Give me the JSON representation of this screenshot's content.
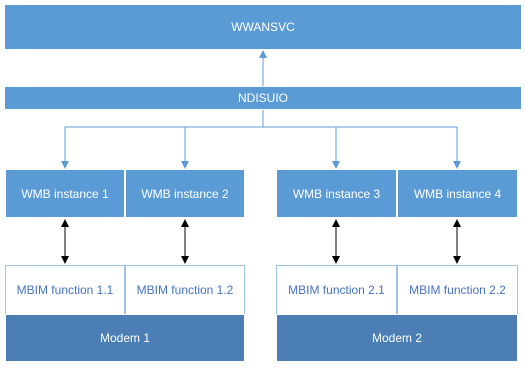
{
  "nodes": {
    "wwansvc": "WWANSVC",
    "ndisuio": "NDISUIO",
    "wmb": [
      "WMB instance 1",
      "WMB instance 2",
      "WMB instance 3",
      "WMB instance 4"
    ],
    "mbim": [
      "MBIM function 1.1",
      "MBIM function 1.2",
      "MBIM function 2.1",
      "MBIM function 2.2"
    ],
    "modems": [
      "Modem 1",
      "Modem 2"
    ]
  },
  "colors": {
    "box_fill": "#5b9bd5",
    "modem_fill": "#4a7eb4",
    "function_border": "#9dc3e6",
    "function_text": "#4472c4",
    "connector_blue": "#5b9bd5",
    "connector_black": "#000000"
  }
}
